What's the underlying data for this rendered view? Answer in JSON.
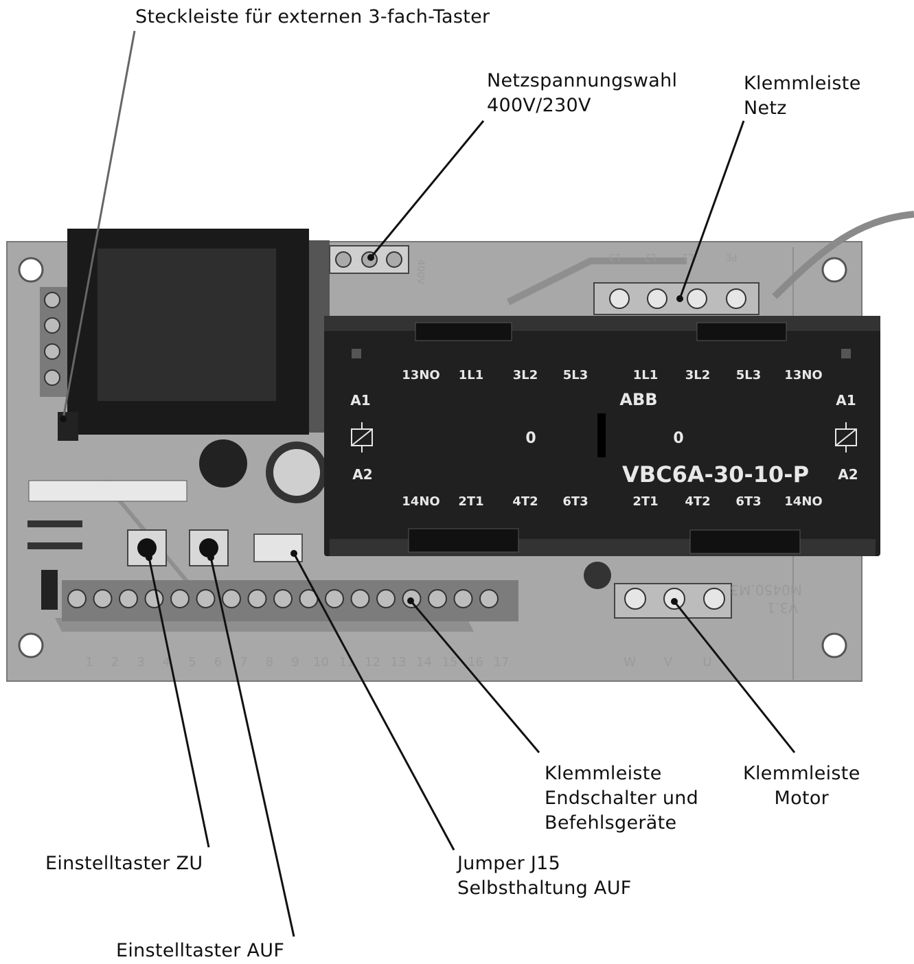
{
  "callouts": {
    "steckleiste": "Steckleiste für externen 3-fach-Taster",
    "netzspannung": [
      "Netzspannungswahl",
      "400V/230V"
    ],
    "klemme_netz": [
      "Klemmleiste",
      "Netz"
    ],
    "klemme_endschalter": [
      "Klemmleiste",
      "Endschalter und",
      "Befehlsgeräte"
    ],
    "klemme_motor": [
      "Klemmleiste",
      "Motor"
    ],
    "taster_zu": "Einstelltaster ZU",
    "jumper": [
      "Jumper J15",
      "Selbsthaltung AUF"
    ],
    "taster_auf": "Einstelltaster AUF"
  },
  "contactor": {
    "brand": "ABB",
    "model": "VBC6A-30-10-P",
    "top_left": [
      "13NO",
      "1L1",
      "3L2",
      "5L3"
    ],
    "top_right": [
      "1L1",
      "3L2",
      "5L3",
      "13NO"
    ],
    "bottom_left": [
      "14NO",
      "2T1",
      "4T2",
      "6T3"
    ],
    "bottom_right": [
      "2T1",
      "4T2",
      "6T3",
      "14NO"
    ],
    "coil_top": "A1",
    "coil_bottom": "A2",
    "zero": "0"
  },
  "board": {
    "terminal_numbers": [
      "1",
      "2",
      "3",
      "4",
      "5",
      "6",
      "7",
      "8",
      "9",
      "10",
      "11",
      "12",
      "13",
      "14",
      "15",
      "16",
      "17"
    ],
    "motor_terminals": [
      "W",
      "V",
      "U"
    ],
    "mains_terminals": [
      "L3",
      "L2",
      "L1",
      "PE"
    ],
    "voltage_mark": "400V",
    "board_id": [
      "M0450.M3",
      "V3.1"
    ]
  }
}
